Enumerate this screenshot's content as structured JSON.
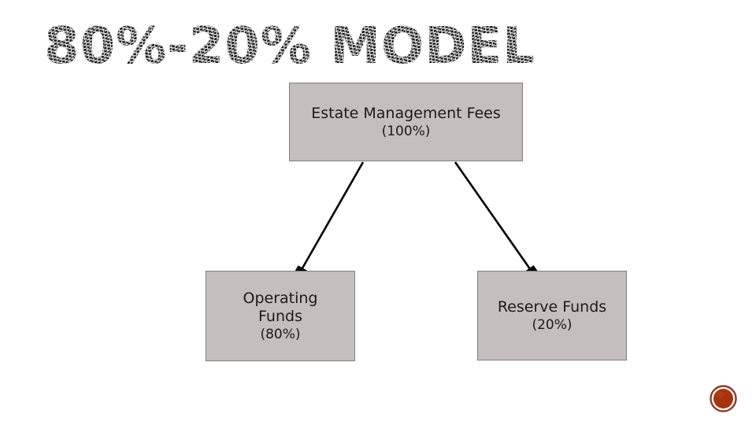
{
  "slide": {
    "title": "80%-20% MODEL",
    "background_color": "#FFFFFF"
  },
  "diagram": {
    "type": "hierarchy",
    "node_fill_color": "#C2C0BE",
    "node_border_color": "#837D7A",
    "connector_color": "#000000",
    "nodes": [
      {
        "id": "root",
        "line1": "Estate Management Fees",
        "line2": "(100%)",
        "percent": 100
      },
      {
        "id": "operating",
        "line1": "Operating",
        "line2": "Funds",
        "line3": "(80%)",
        "percent": 80
      },
      {
        "id": "reserve",
        "line1": "Reserve Funds",
        "line2": "(20%)",
        "percent": 20
      }
    ],
    "connectors": [
      {
        "from": "root",
        "to": "operating"
      },
      {
        "from": "root",
        "to": "reserve"
      }
    ]
  },
  "decoration": {
    "bullet_icon": "filled-circle-icon",
    "bullet_color": "#A8310E",
    "bullet_ring_color": "#8E3B22"
  }
}
